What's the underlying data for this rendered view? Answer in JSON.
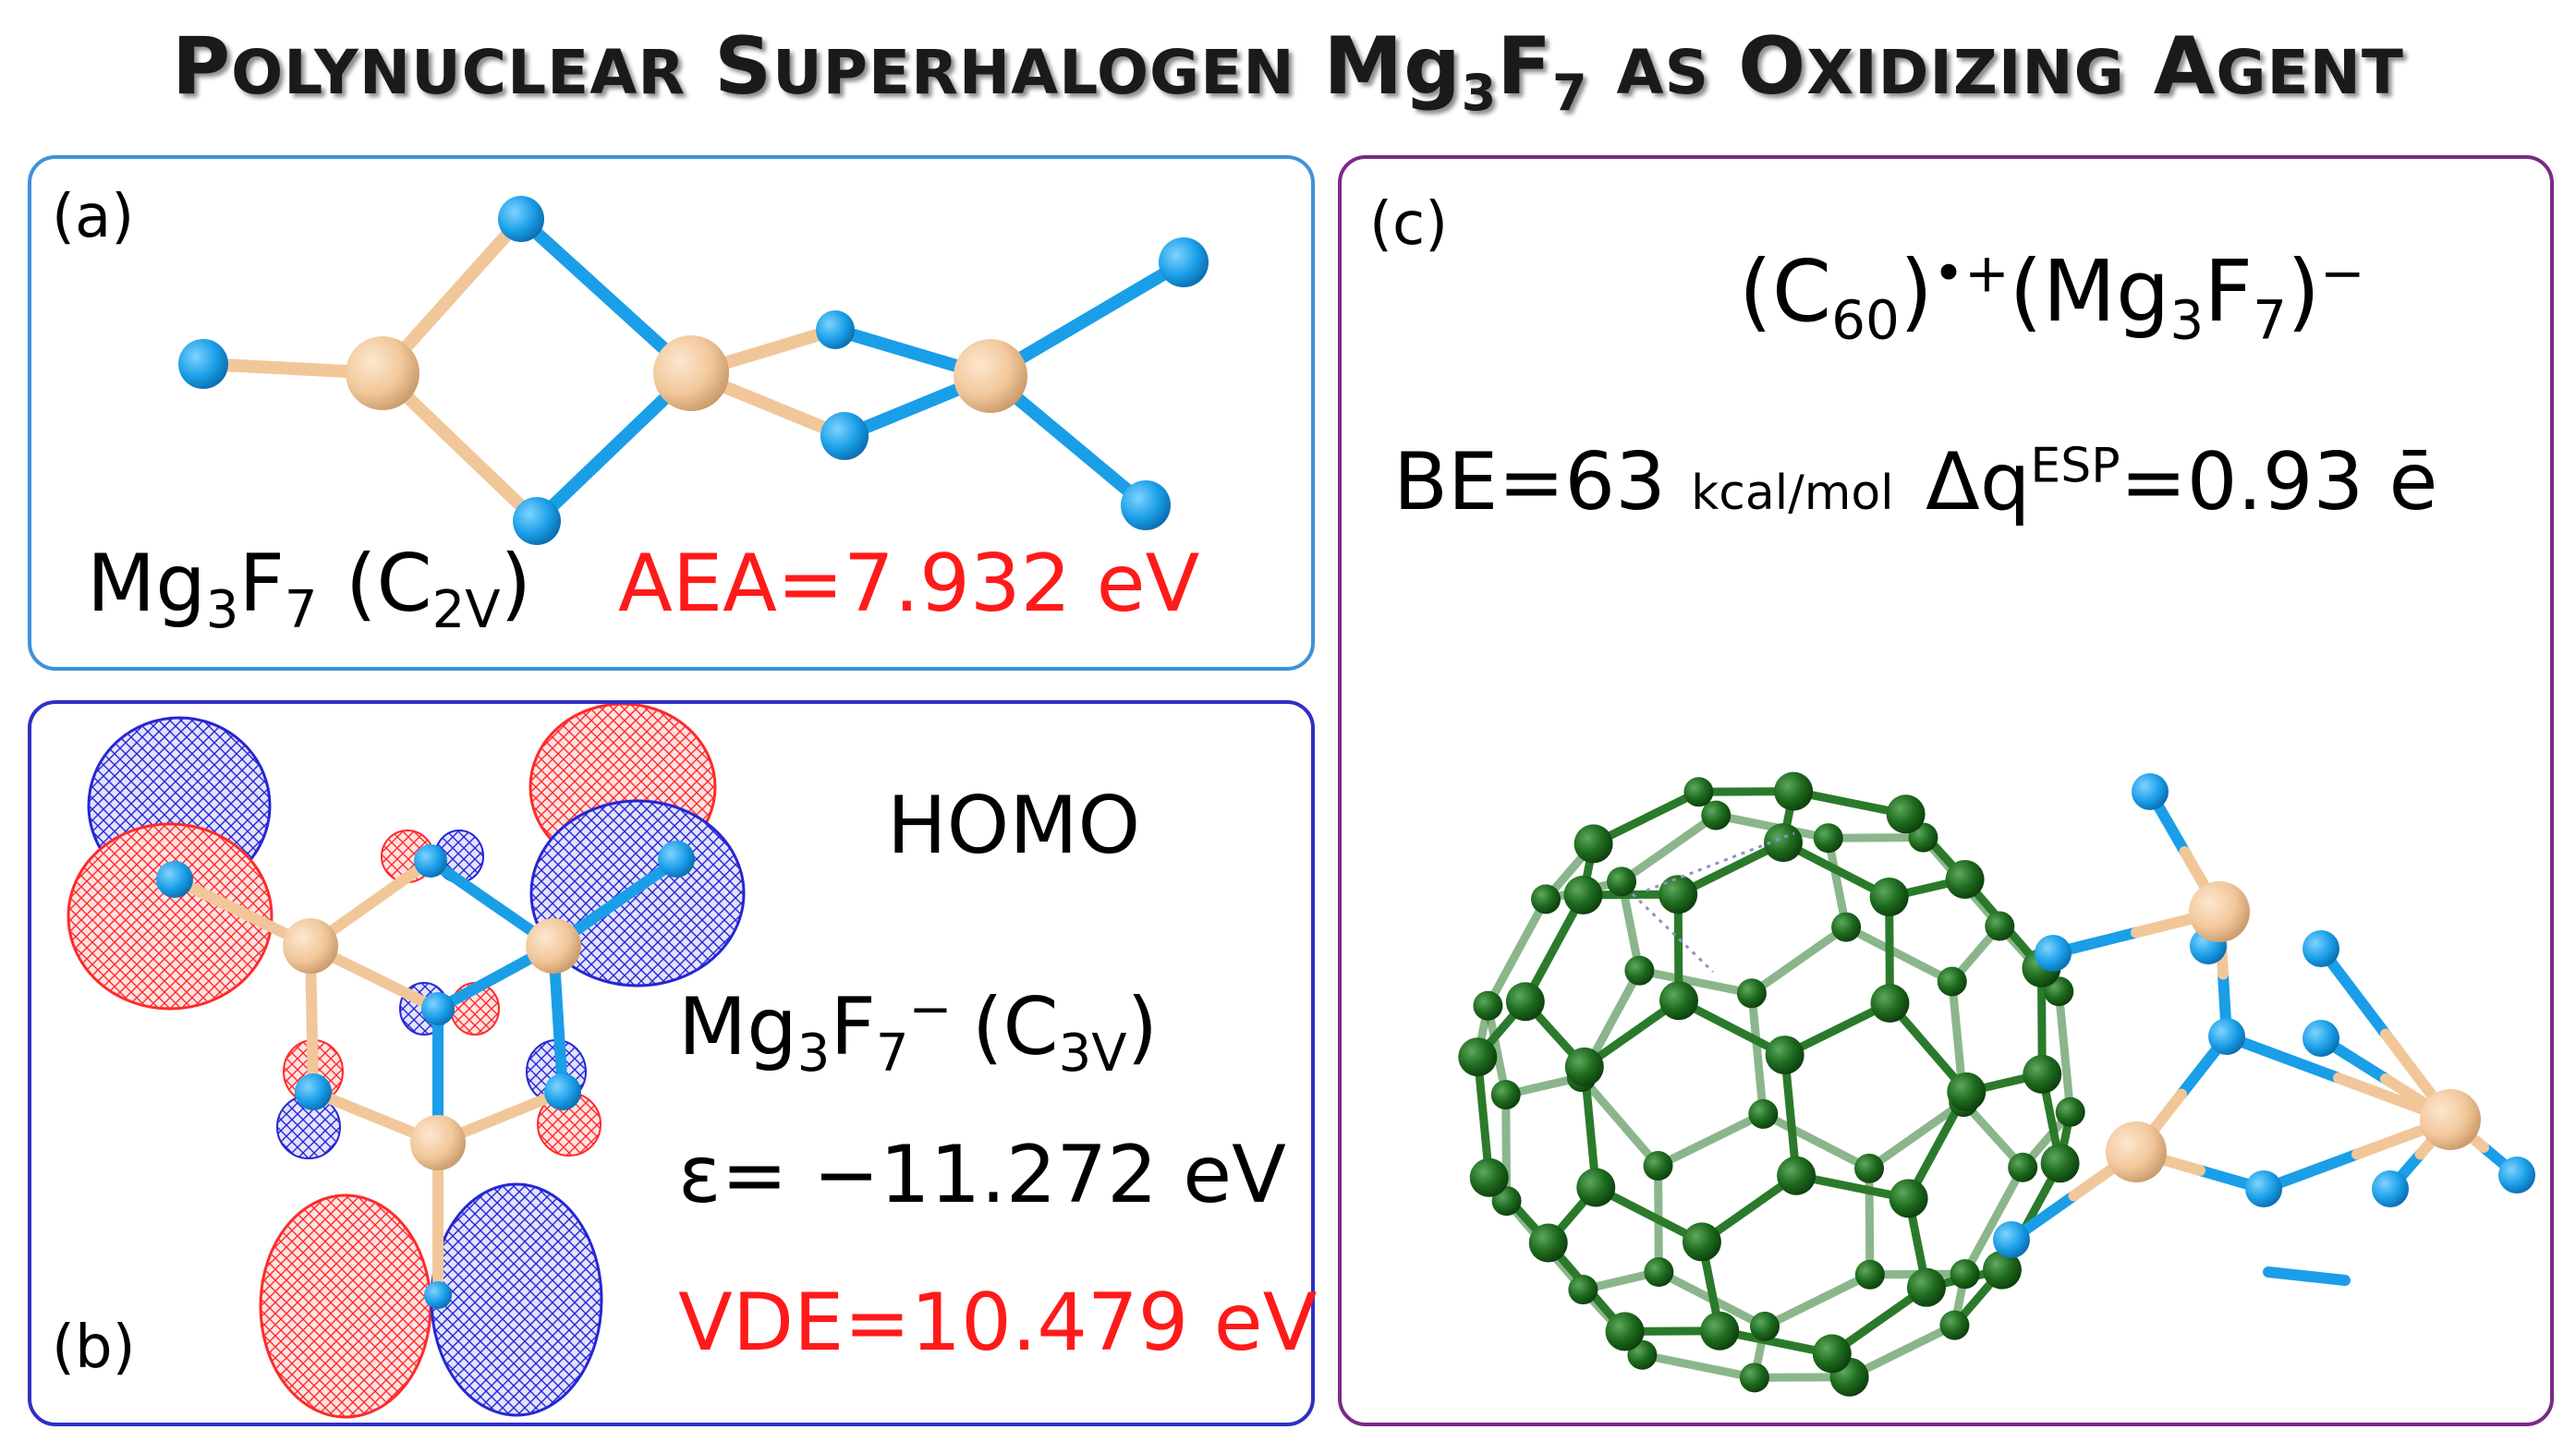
{
  "title": {
    "w1_cap": "P",
    "w1_rest": "OLYNUCLEAR",
    "w2_cap": "S",
    "w2_rest": "UPERHALOGEN",
    "formula_mg": "Mg",
    "formula_n3": "3",
    "formula_f": "F",
    "formula_n7": "7",
    "w3_rest": "AS",
    "w4_cap": "O",
    "w4_rest": "XIDIZING",
    "w5_cap": "A",
    "w5_rest": "GENT"
  },
  "panel_a": {
    "label": "(a)",
    "formula_mg": "Mg",
    "formula_n3": "3",
    "formula_f": "F",
    "formula_n7": "7",
    "sym_open": "(C",
    "sym_sub": "2V",
    "sym_close": ")",
    "aea": "AEA=7.932 eV"
  },
  "panel_b": {
    "label": "(b)",
    "orbital": "HOMO",
    "formula_mg": "Mg",
    "formula_n3": "3",
    "formula_f": "F",
    "formula_n7": "7",
    "formula_charge": "−",
    "sym_open": "(C",
    "sym_sub": "3V",
    "sym_close": ")",
    "epsilon": "ε= −11.272 eV",
    "vde": "VDE=10.479 eV"
  },
  "panel_c": {
    "label": "(c)",
    "complex_c": "(C",
    "complex_n60": "60",
    "complex_close1": ")",
    "complex_charge1": "•+",
    "complex_open2": "(Mg",
    "complex_n3": "3",
    "complex_f": "F",
    "complex_n7": "7",
    "complex_close2": ")",
    "complex_charge2": "−",
    "be": "BE=63",
    "be_unit": "kcal/mol",
    "dq": "Δq",
    "dq_sup": "ESP",
    "dq_val": "=0.93 ē"
  },
  "colors": {
    "fluorine": "#1a9ee8",
    "magnesium": "#f1c79a",
    "carbon": "#1e6b1e",
    "orbital_positive": "#ff2a2a",
    "orbital_negative": "#2626d4",
    "highlight": "#ff1a1a"
  }
}
